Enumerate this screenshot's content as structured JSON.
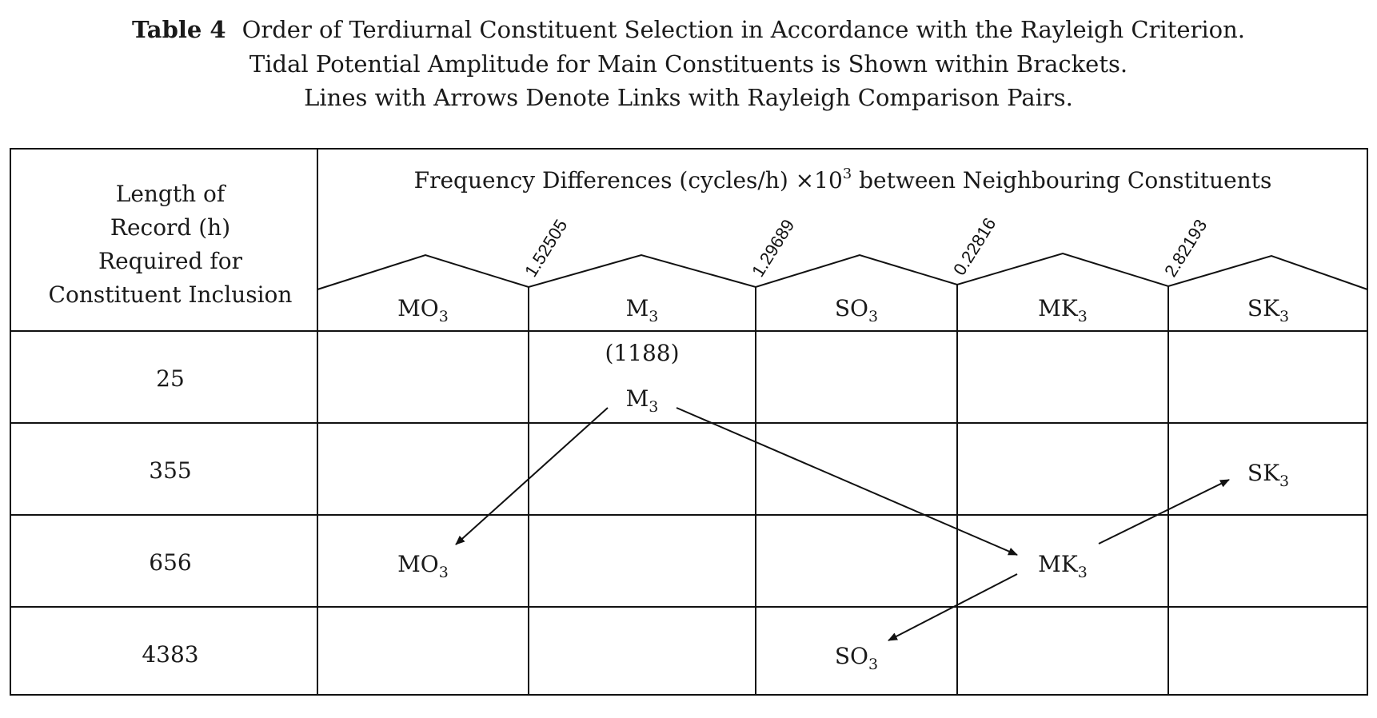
{
  "caption": {
    "label": "Table 4",
    "line1": "Order of Terdiurnal Constituent Selection in Accordance with the Rayleigh Criterion.",
    "line2": "Tidal Potential Amplitude for Main Constituents is Shown within Brackets.",
    "line3": "Lines with Arrows Denote Links with Rayleigh Comparison Pairs."
  },
  "header": {
    "row_label": [
      "Length of",
      "Record (h)",
      "Required for",
      "Constituent Inclusion"
    ],
    "freq_title": "Frequency Differences (cycles/h) ×10",
    "freq_exp": "3",
    "freq_title_tail": " between Neighbouring Constituents",
    "differences": [
      "1.52505",
      "1.29689",
      "0.22816",
      "2.82193"
    ]
  },
  "constituents": [
    {
      "base": "MO",
      "sub": "3"
    },
    {
      "base": "M",
      "sub": "3"
    },
    {
      "base": "SO",
      "sub": "3"
    },
    {
      "base": "MK",
      "sub": "3"
    },
    {
      "base": "SK",
      "sub": "3"
    }
  ],
  "rows": [
    {
      "hours": "25"
    },
    {
      "hours": "355"
    },
    {
      "hours": "656"
    },
    {
      "hours": "4383"
    }
  ],
  "entries": [
    {
      "row": 0,
      "col": 1,
      "base": "M",
      "sub": "3",
      "amplitude": "(1188)"
    },
    {
      "row": 1,
      "col": 4,
      "base": "SK",
      "sub": "3"
    },
    {
      "row": 2,
      "col": 0,
      "base": "MO",
      "sub": "3"
    },
    {
      "row": 2,
      "col": 3,
      "base": "MK",
      "sub": "3"
    },
    {
      "row": 3,
      "col": 2,
      "base": "SO",
      "sub": "3"
    }
  ],
  "links": [
    {
      "from": "M3",
      "to": "MO3"
    },
    {
      "from": "M3",
      "to": "MK3"
    },
    {
      "from": "MK3",
      "to": "SK3"
    },
    {
      "from": "MK3",
      "to": "SO3"
    }
  ]
}
